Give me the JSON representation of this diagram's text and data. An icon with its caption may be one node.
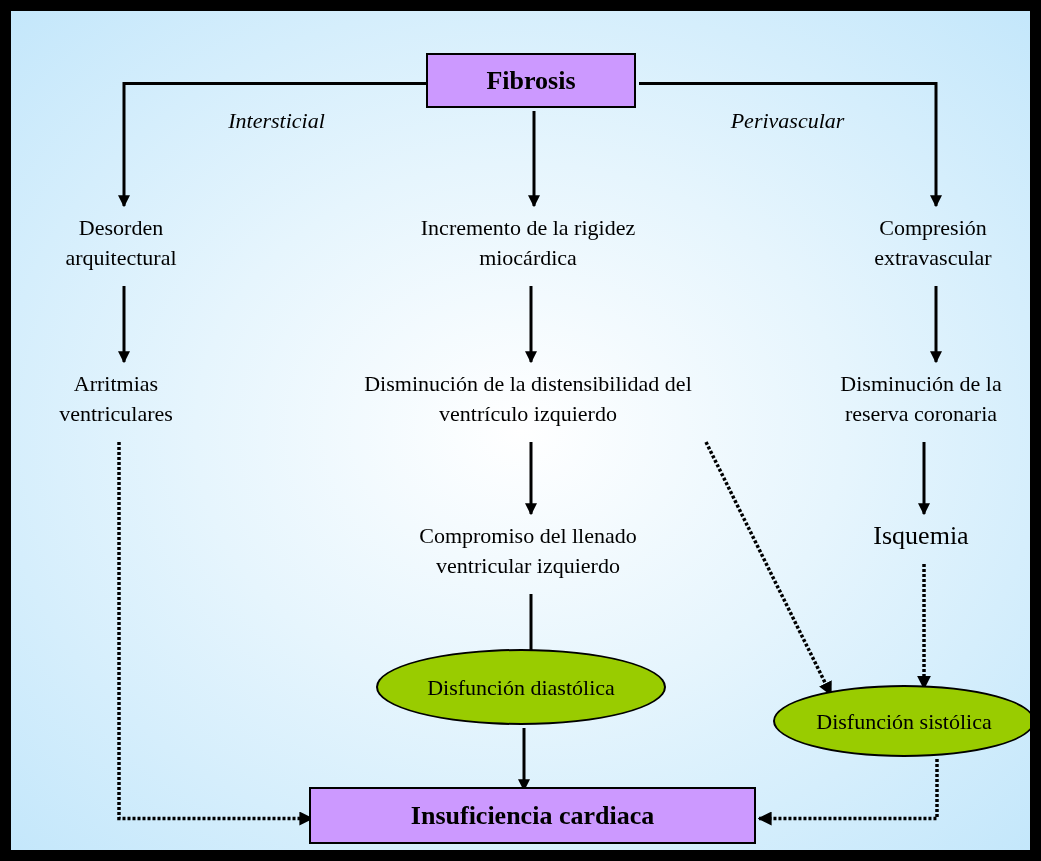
{
  "diagram": {
    "nodes": [
      {
        "text": [
          "Fibrosis"
        ]
      },
      {
        "text": [
          "Desorden arquitectural"
        ]
      },
      {
        "text": [
          "Incremento de la rigidez miocárdica"
        ]
      },
      {
        "text": [
          "Compresión extravascular"
        ]
      },
      {
        "text": [
          "Arritmias ventriculares"
        ]
      },
      {
        "text": [
          "Disminución de la distensibilidad del ventrículo izquierdo"
        ]
      },
      {
        "text": [
          "Disminución de la reserva coronaria"
        ]
      },
      {
        "text": [
          "Compromiso del llenado ventricular izquierdo"
        ]
      },
      {
        "text": [
          "Isquemia"
        ]
      },
      {
        "text": [
          "Disfunción diastólica"
        ]
      },
      {
        "text": [
          "Disfunción sistólica"
        ]
      },
      {
        "text": [
          "Insuficiencia cardiaca"
        ]
      }
    ],
    "edges": [
      {
        "from": 0,
        "to": 1,
        "arrow": "to",
        "label": "Intersticial"
      },
      {
        "from": 0,
        "to": 2,
        "arrow": "to"
      },
      {
        "from": 0,
        "to": 3,
        "arrow": "to",
        "label": "Perivascular"
      },
      {
        "from": 1,
        "to": 4,
        "arrow": "to"
      },
      {
        "from": 2,
        "to": 5,
        "arrow": "to"
      },
      {
        "from": 3,
        "to": 6,
        "arrow": "to"
      },
      {
        "from": 5,
        "to": 7,
        "arrow": "to"
      },
      {
        "from": 6,
        "to": 8,
        "arrow": "to"
      },
      {
        "from": 4,
        "to": 11,
        "arrow": "to",
        "style": "dashed"
      },
      {
        "from": 5,
        "to": 10,
        "arrow": "to",
        "style": "dashed"
      },
      {
        "from": 8,
        "to": 10,
        "arrow": "to",
        "style": "dashed"
      },
      {
        "from": 7,
        "to": 9,
        "arrow": "none"
      },
      {
        "from": 9,
        "to": 11,
        "arrow": "to"
      },
      {
        "from": 10,
        "to": 11,
        "arrow": "to",
        "style": "dashed"
      }
    ]
  }
}
